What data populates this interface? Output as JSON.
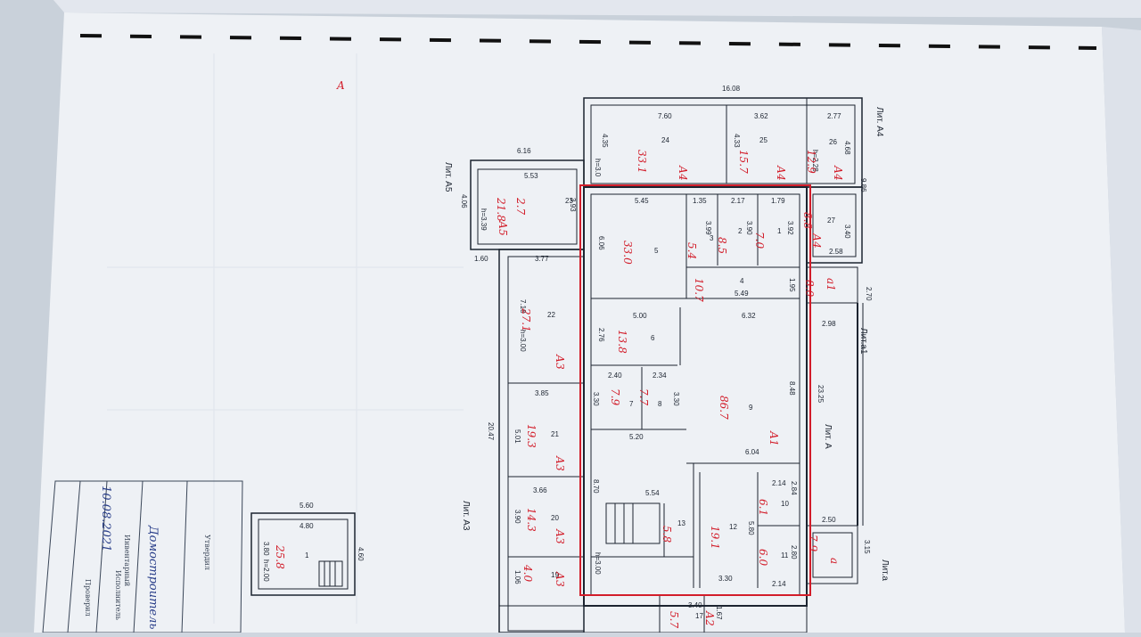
{
  "colors": {
    "paper": "#f2f4f8",
    "background": "#cfd6df",
    "ink": "#1c2430",
    "red_ink": "#d21d2a",
    "blue_ink": "#2a3f8a"
  },
  "marker_a": "A",
  "labels": {
    "lit_a4": "Лит. А4",
    "lit_a5": "Лит. А5",
    "lit_a3": "Лит. А3",
    "lit_a": "Лит. А",
    "lit_a1": "Лит.а1",
    "lit_a_lower": "Лит.а"
  },
  "dims": {
    "top_total": "16.08",
    "d760": "7.60",
    "d362": "3.62",
    "d277": "2.77",
    "d435": "4.35",
    "h30a": "h=3.0",
    "d433": "4.33",
    "d468": "4.68",
    "h228": "h=2.28",
    "d986": "9.86",
    "d616": "6.16",
    "d553": "5.53",
    "d406": "4.06",
    "h339": "h=3.39",
    "d393": "3.93",
    "d545": "5.45",
    "d135": "1.35",
    "d217": "2.17",
    "d179": "1.79",
    "d399": "3.99",
    "d390": "3.90",
    "d392": "3.92",
    "d340": "3.40",
    "d258": "2.58",
    "d606": "6.06",
    "d160": "1.60",
    "d377": "3.77",
    "d549": "5.49",
    "d195": "1.95",
    "d270": "2.70",
    "d298": "2.98",
    "d718": "7.18",
    "h300a": "h=3.00",
    "d500": "5.00",
    "d632": "6.32",
    "d276": "2.76",
    "d240": "2.40",
    "d234": "2.34",
    "d330a": "3.30",
    "d330b": "3.30",
    "d848": "8.48",
    "d2325": "23.25",
    "d385": "3.85",
    "d2047": "20.47",
    "d501": "5.01",
    "d520": "5.20",
    "d604": "6.04",
    "d870": "8.70",
    "d554": "5.54",
    "d214a": "2.14",
    "d284": "2.84",
    "d580": "5.80",
    "d250": "2.50",
    "d366": "3.66",
    "d390b": "3.90",
    "d280": "2.80",
    "d315": "3.15",
    "h300b": "h=3.00",
    "d330c": "3.30",
    "d214b": "2.14",
    "d106": "1.06",
    "d340b": "3.40",
    "d167": "1.67",
    "d560": "5.60",
    "d480": "4.80",
    "d460": "4.60",
    "d380": "3.80",
    "h200": "h=2.00"
  },
  "rooms": {
    "r24": "24",
    "r25": "25",
    "r26": "26",
    "r23": "23",
    "r5": "5",
    "r3": "3",
    "r2": "2",
    "r1": "1",
    "r27": "27",
    "r4": "4",
    "r22": "22",
    "r6": "6",
    "r7": "7",
    "r8": "8",
    "r9": "9",
    "r21": "21",
    "r13": "13",
    "r12": "12",
    "r10": "10",
    "r11": "11",
    "r20": "20",
    "r19": "19",
    "r17": "17",
    "rg1": "1"
  },
  "areas": {
    "a24": "33.1",
    "a25": "15.7",
    "a26": "12.9",
    "a23": "21.8",
    "a23b": "2.7",
    "a5": "33.0",
    "a3": "5.4",
    "a2": "8.5",
    "a1": "7.0",
    "a27": "8.8",
    "a4": "10.7",
    "a_a1": "8.0",
    "a22": "27.1",
    "a6": "13.8",
    "a7": "7.9",
    "a8": "7.7",
    "a9": "86.7",
    "a21": "19.3",
    "a13": "5.8",
    "a12": "19.1",
    "a10": "6.1",
    "a11": "6.0",
    "a_a": "7.9",
    "a20": "14.3",
    "a19": "4.0",
    "a17": "5.7",
    "garage": "25.8"
  },
  "lit_marks": {
    "m24": "А4",
    "m25": "А4",
    "m26": "А4",
    "m27": "А4",
    "m23": "А5",
    "m22": "А3",
    "m21": "А3",
    "m20": "А3",
    "m19": "А3",
    "m9": "А1",
    "m_a1": "а1",
    "m_a": "а",
    "m17": "А2"
  },
  "stamp_lines": [
    "Инвентарный",
    "Исполнитель",
    "Проверил",
    "Утвердил"
  ],
  "handwriting": [
    "Домостроитель",
    "10.08.2021"
  ]
}
